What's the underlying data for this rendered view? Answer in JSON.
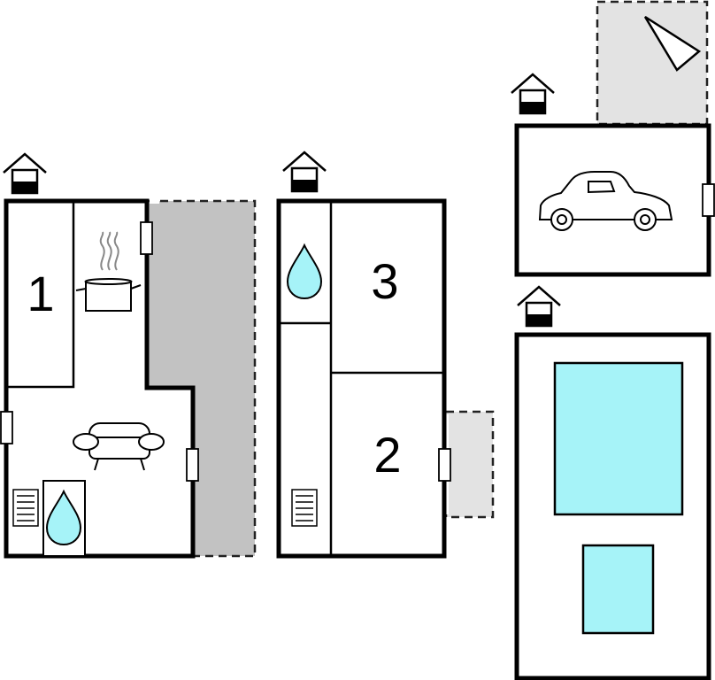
{
  "rooms": [
    {
      "number": "1"
    },
    {
      "number": "3"
    },
    {
      "number": "2"
    }
  ],
  "icons": {
    "house_entry": "house-entrance-icon",
    "kitchen": "cooking-pot-icon",
    "living": "sofa-icon",
    "bathroom": "water-drop-icon",
    "heater": "radiator-icon",
    "garage": "car-icon",
    "compass": "north-arrow-icon"
  },
  "colors": {
    "wall": "#000000",
    "pool": "#a6f3f8",
    "terrace_dark": "#c2c2c2",
    "terrace_light": "#e3e3e3"
  }
}
